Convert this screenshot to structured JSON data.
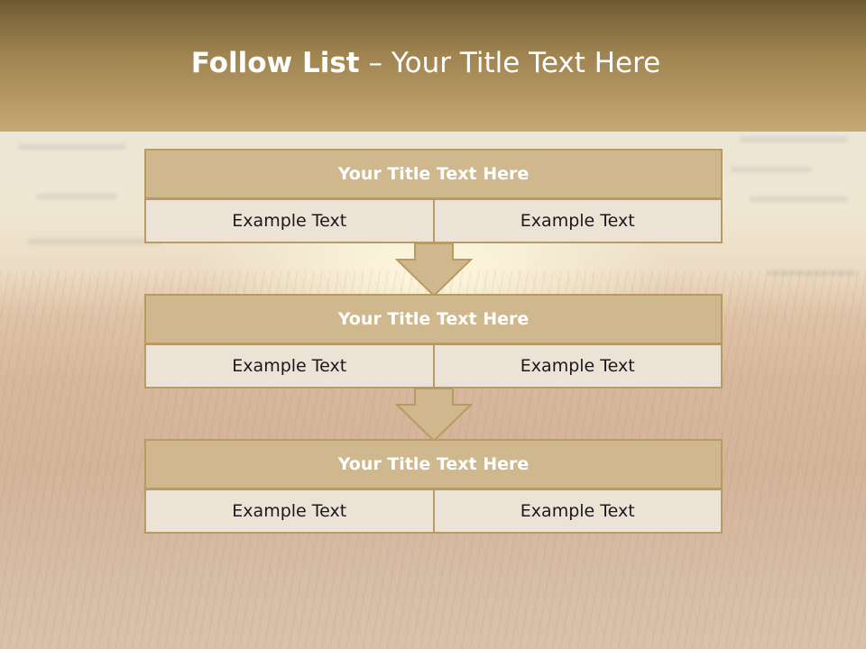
{
  "slide": {
    "title_bold": "Follow List",
    "title_sep": "–",
    "title_rest": "Your Title Text Here"
  },
  "boxes": [
    {
      "title": "Your Title Text Here",
      "left": "Example Text",
      "right": "Example Text"
    },
    {
      "title": "Your Title Text Here",
      "left": "Example Text",
      "right": "Example Text"
    },
    {
      "title": "Your Title Text Here",
      "left": "Example Text",
      "right": "Example Text"
    }
  ],
  "colors": {
    "header_top": "#6e5a32",
    "header_bottom": "#c6a872",
    "box_title_fill": "#d0b88e",
    "box_cell_fill": "#ece2d6",
    "box_border": "#b99a62"
  }
}
